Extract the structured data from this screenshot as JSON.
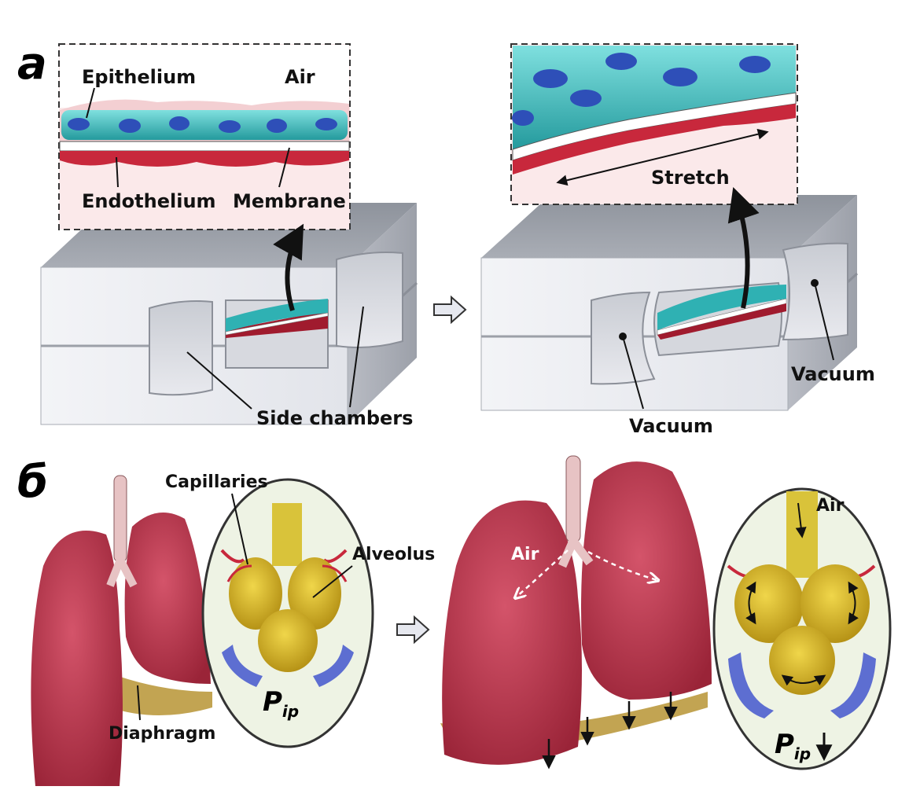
{
  "panel_a": {
    "letter": "a",
    "inset_left": {
      "epithelium": "Epithelium",
      "air": "Air",
      "endothelium": "Endothelium",
      "membrane": "Membrane"
    },
    "inset_right": {
      "stretch": "Stretch"
    },
    "side_chambers": "Side chambers",
    "vacuum_left": "Vacuum",
    "vacuum_right": "Vacuum"
  },
  "panel_b": {
    "letter": "б",
    "capillaries": "Capillaries",
    "alveolus": "Alveolus",
    "diaphragm": "Diaphragm",
    "pip_main": "P",
    "pip_sub": "ip",
    "pip2_main": "P",
    "pip2_sub": "ip",
    "air_lung": "Air",
    "air_inset": "Air"
  },
  "colors": {
    "epithelium": "#3fbcbc",
    "nucleus": "#2e4fb8",
    "endothelium": "#c8283c",
    "lung": "#b33548",
    "alveolus": "#d9b72a",
    "chip": "#eceef3",
    "pleura": "#5d6ed1"
  }
}
